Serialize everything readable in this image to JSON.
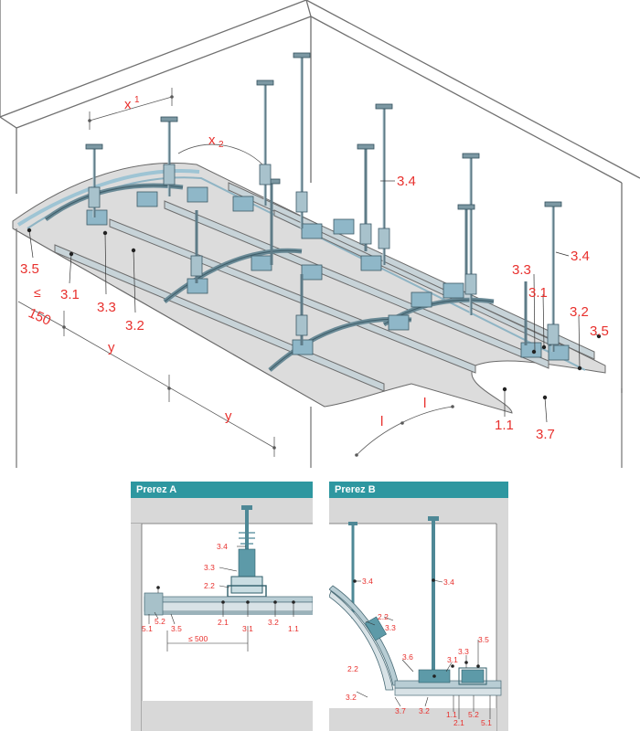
{
  "isometric": {
    "labels": {
      "l_3_5_left": "3.5",
      "l_3_1_left": "3.1",
      "l_3_3_left": "3.3",
      "l_3_2_left": "3.2",
      "l_3_4_mid": "3.4",
      "l_3_4_right": "3.4",
      "l_3_3_right": "3.3",
      "l_3_1_right": "3.1",
      "l_3_2_right": "3.2",
      "l_3_5_right": "3.5",
      "l_1_1": "1.1",
      "l_3_7": "3.7"
    },
    "dimensions": {
      "x1": "x",
      "x1_sup": "1",
      "x2": "x",
      "x2_sup": "2",
      "le": "≤",
      "d150": "150",
      "y_upper": "y",
      "y_lower": "y",
      "l_first": "l",
      "l_second": "l"
    }
  },
  "section_a": {
    "title": "Prerez A",
    "labels": {
      "l34": "3.4",
      "l33": "3.3",
      "l22": "2.2",
      "l52": "5.2",
      "l51": "5.1",
      "l35": "3.5",
      "l21": "2.1",
      "l31": "3.1",
      "l32": "3.2",
      "l11": "1.1"
    },
    "dim_500": "≤ 500"
  },
  "section_b": {
    "title": "Prerez B",
    "labels": {
      "l34a": "3.4",
      "l34b": "3.4",
      "l22a": "2.2",
      "l33a": "3.3",
      "l22b": "2.2",
      "l36": "3.6",
      "l31": "3.1",
      "l33b": "3.3",
      "l35": "3.5",
      "l32a": "3.2",
      "l37": "3.7",
      "l32b": "3.2",
      "l11": "1.1",
      "l21": "2.1",
      "l52": "5.2",
      "l51": "5.1"
    }
  }
}
